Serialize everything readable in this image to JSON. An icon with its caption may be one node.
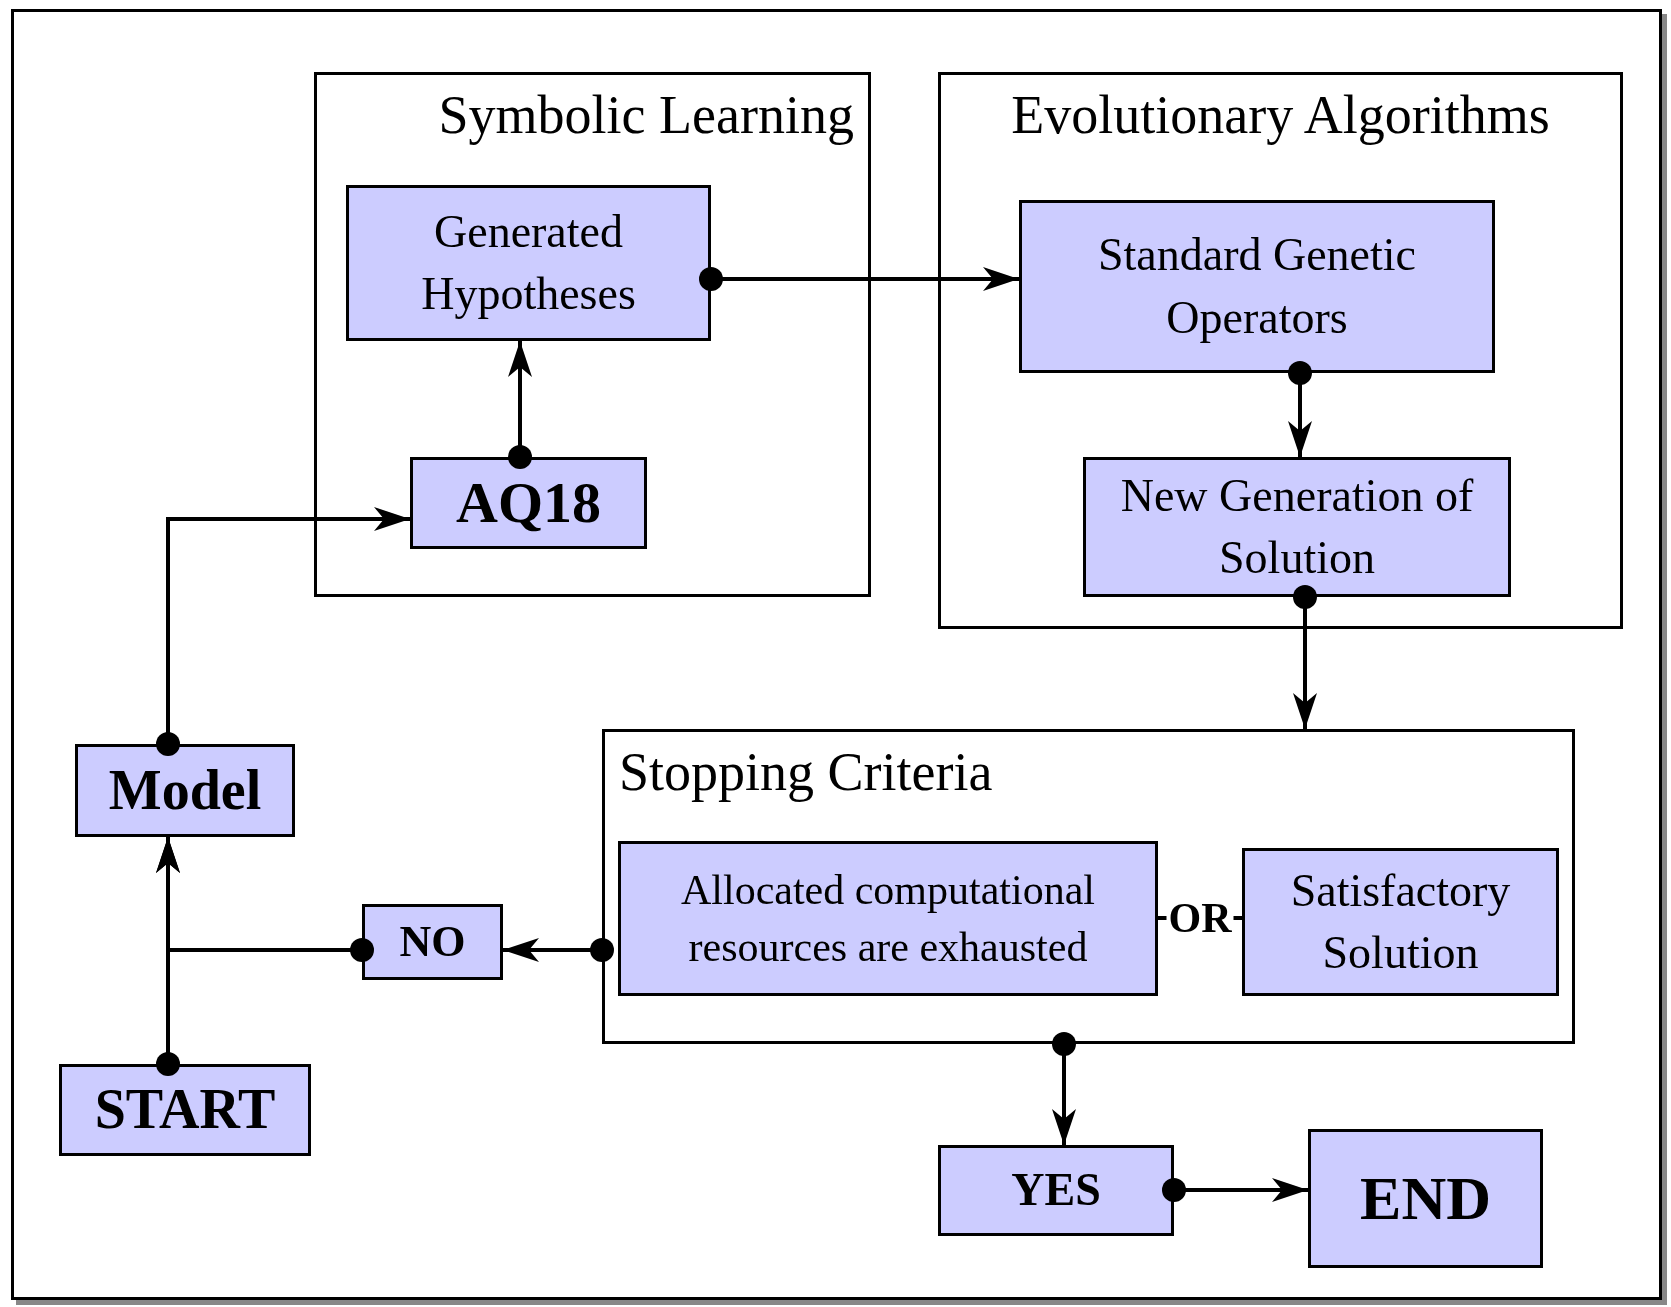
{
  "diagram": {
    "nodes": [
      {
        "text": [
          "Symbolic Learning"
        ]
      },
      {
        "text": [
          "Generated Hypotheses"
        ],
        "in": 0
      },
      {
        "text": [
          "AQ18"
        ],
        "in": 0
      },
      {
        "text": [
          "Evolutionary Algorithms"
        ]
      },
      {
        "text": [
          "Standard Genetic Operators"
        ],
        "in": 3
      },
      {
        "text": [
          "New Generation of Solution"
        ],
        "in": 3
      },
      {
        "text": [
          "Stopping Criteria"
        ]
      },
      {
        "text": [
          "Allocated computational resources are exhausted"
        ],
        "in": 6
      },
      {
        "text": [
          "Satisfactory Solution"
        ],
        "in": 6
      },
      {
        "text": [
          "Model"
        ]
      },
      {
        "text": [
          "START"
        ]
      },
      {
        "text": [
          "NO"
        ]
      },
      {
        "text": [
          "YES"
        ]
      },
      {
        "text": [
          "END"
        ]
      }
    ],
    "edges": [
      {
        "from": 10,
        "to": 9,
        "arrow": "to"
      },
      {
        "from": 11,
        "to": 9,
        "arrow": "to"
      },
      {
        "from": 9,
        "to": 2,
        "arrow": "to"
      },
      {
        "from": 2,
        "to": 1,
        "arrow": "to"
      },
      {
        "from": 1,
        "to": 4,
        "arrow": "to"
      },
      {
        "from": 4,
        "to": 5,
        "arrow": "to"
      },
      {
        "from": 5,
        "to": 6,
        "arrow": "to"
      },
      {
        "from": 6,
        "to": 11,
        "arrow": "to"
      },
      {
        "from": 6,
        "to": 12,
        "arrow": "to"
      },
      {
        "from": 12,
        "to": 13,
        "arrow": "to"
      },
      {
        "from": 7,
        "to": 8,
        "arrow": "none",
        "label": "OR"
      }
    ]
  }
}
